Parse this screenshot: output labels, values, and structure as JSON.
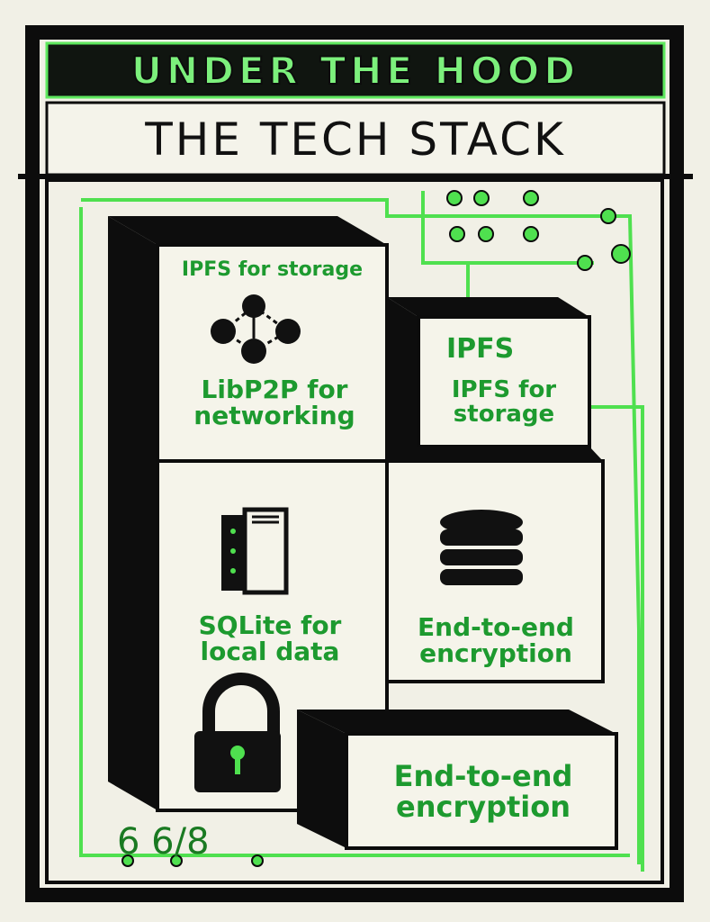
{
  "header": {
    "banner": "UNDER THE HOOD",
    "title": "THE TECH STACK"
  },
  "blocks": {
    "left_top_label": "IPFS for storage",
    "left_mid_label": "LibP2P for networking",
    "left_low_label": "SQLite for local data",
    "right_top_title": "IPFS",
    "right_top_label": "IPFS for storage",
    "right_mid_label": "End-to-end encryption",
    "bottom_label": "End-to-end encryption"
  },
  "footer": {
    "page_number": "6 6/8"
  },
  "colors": {
    "ink": "#111111",
    "accent_green": "#1d9a2f",
    "neon_green": "#5ee85e",
    "paper": "#f1f0e6"
  },
  "icons": [
    "network-nodes-icon",
    "book-icon",
    "database-icon",
    "padlock-icon"
  ]
}
